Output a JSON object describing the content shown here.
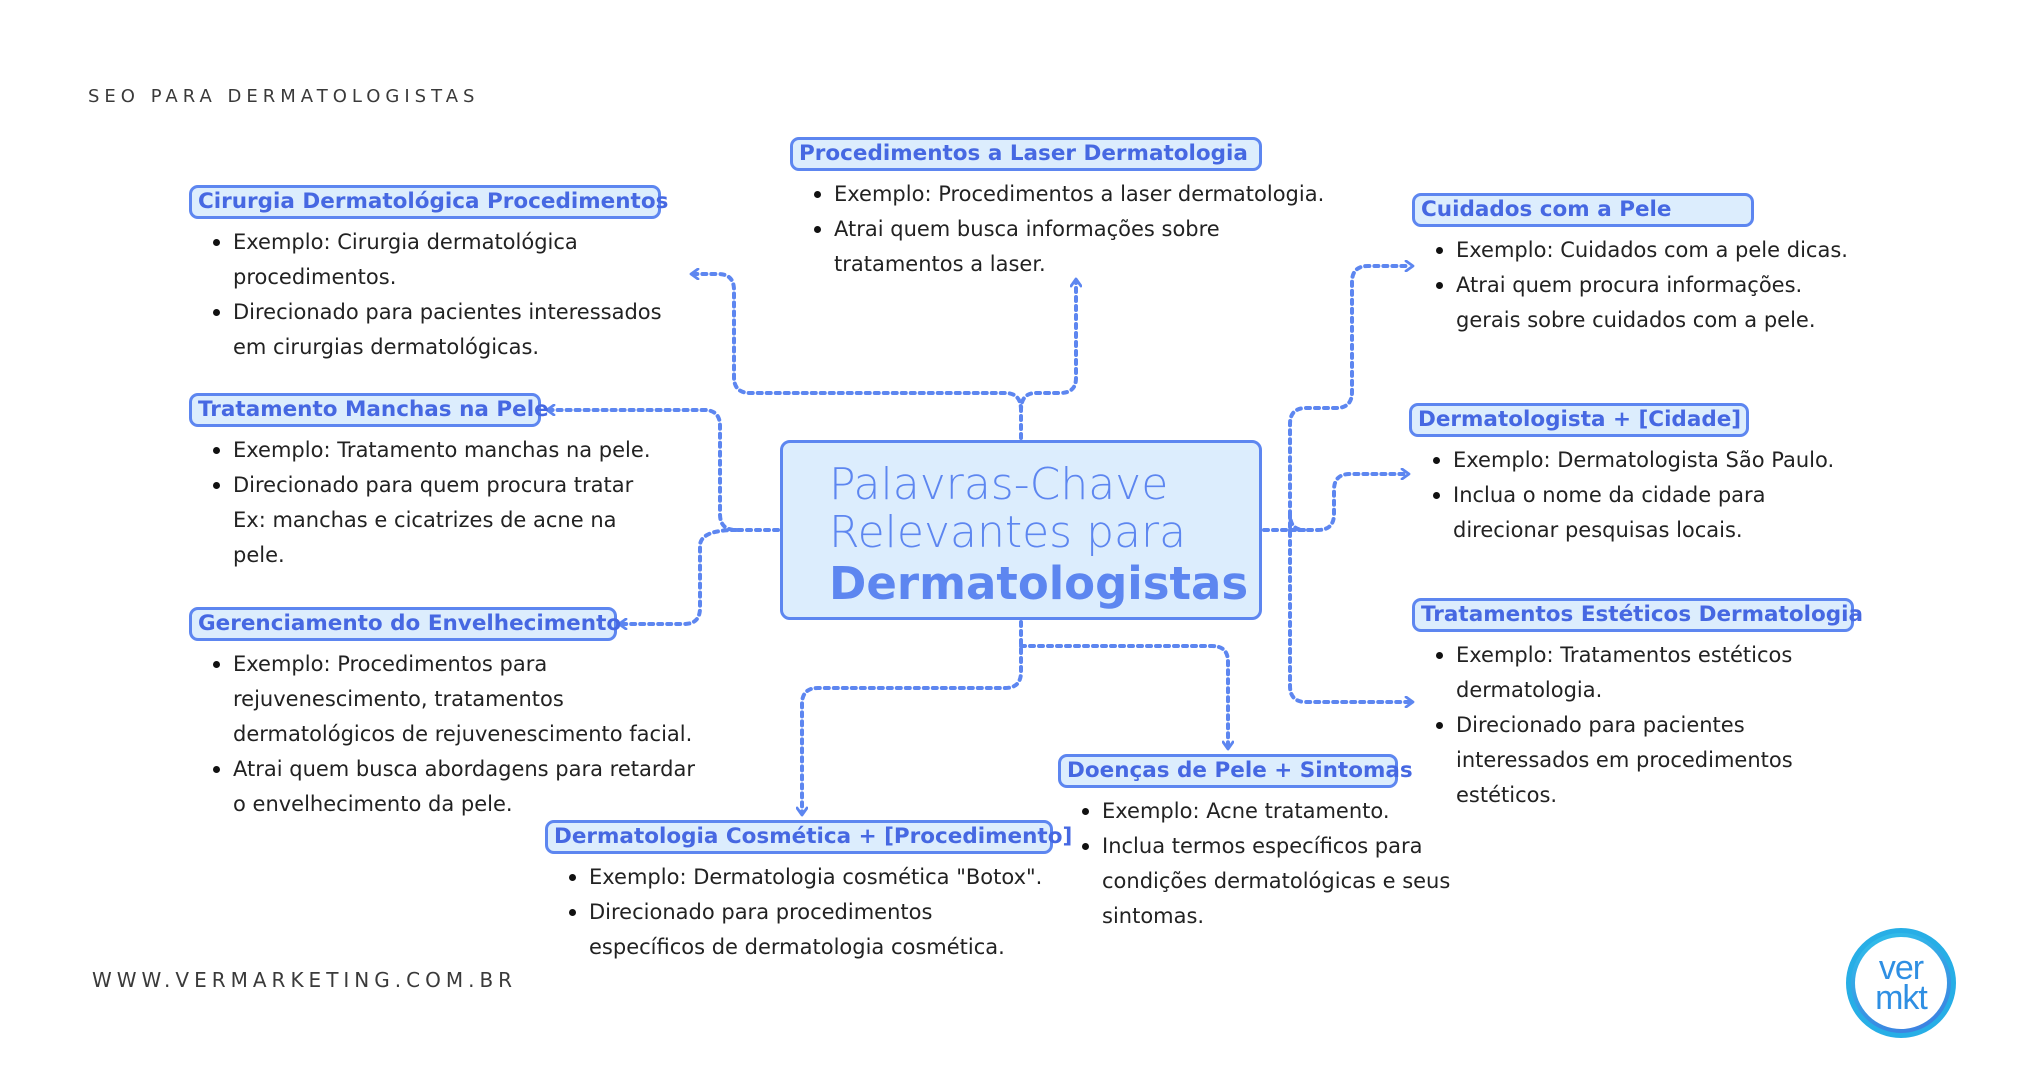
{
  "header": {
    "title": "SEO PARA DERMATOLOGISTAS"
  },
  "footer": {
    "url": "WWW.VERMARKETING.COM.BR"
  },
  "center": {
    "line1": "Palavras-Chave",
    "line2": "Relevantes para",
    "line3": "Dermatologistas"
  },
  "nodes": {
    "laser": {
      "title": "Procedimentos a Laser Dermatologia",
      "bullets": [
        "Exemplo: Procedimentos a laser dermatologia.",
        "Atrai quem busca informações sobre\ntratamentos a laser."
      ]
    },
    "cirurgia": {
      "title": "Cirurgia Dermatológica Procedimentos",
      "bullets": [
        "Exemplo: Cirurgia dermatológica\nprocedimentos.",
        "Direcionado para pacientes interessados\nem cirurgias dermatológicas."
      ]
    },
    "manchas": {
      "title": "Tratamento Manchas na Pele",
      "bullets": [
        "Exemplo: Tratamento manchas na pele.",
        "Direcionado para quem procura tratar\nEx: manchas e cicatrizes de acne na\npele."
      ]
    },
    "envelhecimento": {
      "title": "Gerenciamento do Envelhecimento",
      "bullets": [
        "Exemplo: Procedimentos para\nrejuvenescimento, tratamentos\ndermatológicos de rejuvenescimento facial.",
        "Atrai quem busca abordagens para retardar\no envelhecimento da pele."
      ]
    },
    "cosmetica": {
      "title": "Dermatologia Cosmética + [Procedimento]",
      "bullets": [
        "Exemplo: Dermatologia cosmética \"Botox\".",
        "Direcionado para procedimentos\nespecíficos de dermatologia cosmética."
      ]
    },
    "doencas": {
      "title": "Doenças de Pele + Sintomas",
      "bullets": [
        "Exemplo: Acne tratamento.",
        "Inclua termos específicos para\ncondições dermatológicas e seus\nsintomas."
      ]
    },
    "cuidados": {
      "title": "Cuidados com a Pele",
      "bullets": [
        "Exemplo: Cuidados com a pele dicas.",
        "Atrai quem procura informações.\ngerais sobre cuidados com a pele."
      ]
    },
    "cidade": {
      "title": "Dermatologista + [Cidade]",
      "bullets": [
        "Exemplo: Dermatologista São Paulo.",
        "Inclua o nome da cidade para\ndirecionar pesquisas locais."
      ]
    },
    "esteticos": {
      "title": "Tratamentos Estéticos Dermatologia",
      "bullets": [
        "Exemplo: Tratamentos estéticos\ndermatologia.",
        "Direcionado para pacientes\ninteressados em procedimentos\nestéticos."
      ]
    }
  },
  "logo": {
    "line1": "ver",
    "line2": "mkt"
  },
  "colors": {
    "accent": "#5d86f0",
    "title_fill": "#dcedfd",
    "title_text": "#4668e2"
  }
}
